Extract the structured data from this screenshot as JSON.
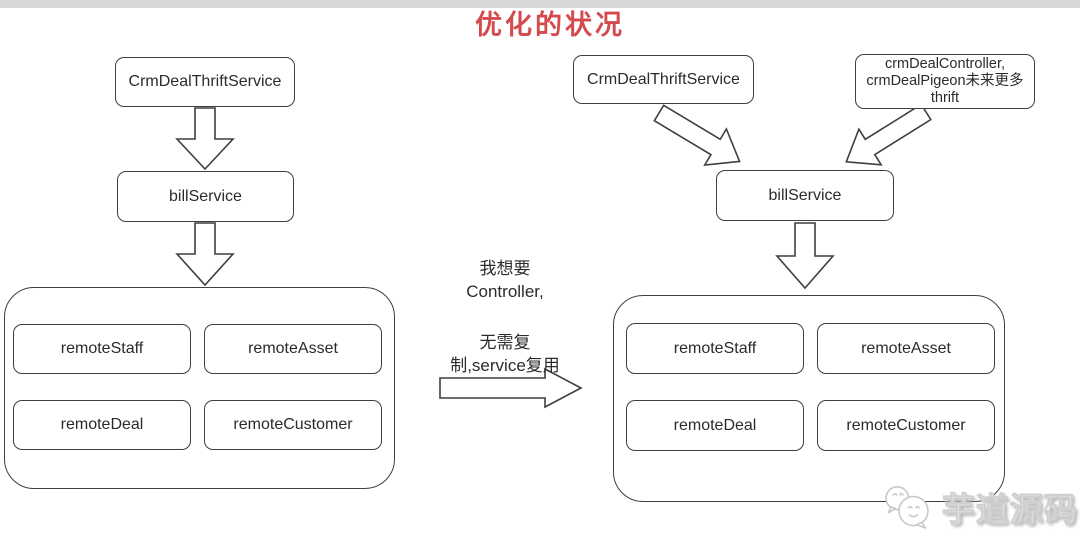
{
  "title": {
    "text": "优化的状况"
  },
  "left_diagram": {
    "top_box": "CrmDealThriftService",
    "mid_box": "billService",
    "container_boxes": [
      "remoteStaff",
      "remoteAsset",
      "remoteDeal",
      "remoteCustomer"
    ]
  },
  "middle_notes": {
    "note1_line1": "我想要",
    "note1_line2": "Controller,",
    "note2_line1": "无需复",
    "note2_line2": "制,service复用"
  },
  "right_diagram": {
    "top_box_left": "CrmDealThriftService",
    "top_box_right_lines": [
      "crmDealController,",
      "crmDealPigeon未来更多",
      "thrift"
    ],
    "mid_box": "billService",
    "container_boxes": [
      "remoteStaff",
      "remoteAsset",
      "remoteDeal",
      "remoteCustomer"
    ]
  },
  "watermark": {
    "icon": "chat-bubbles-icon",
    "text": "芋道源码"
  },
  "colors": {
    "title_red": "#d34b4f",
    "line": "#3f3f3f",
    "top_bar": "#d8d8d8",
    "background": "#ffffff"
  }
}
